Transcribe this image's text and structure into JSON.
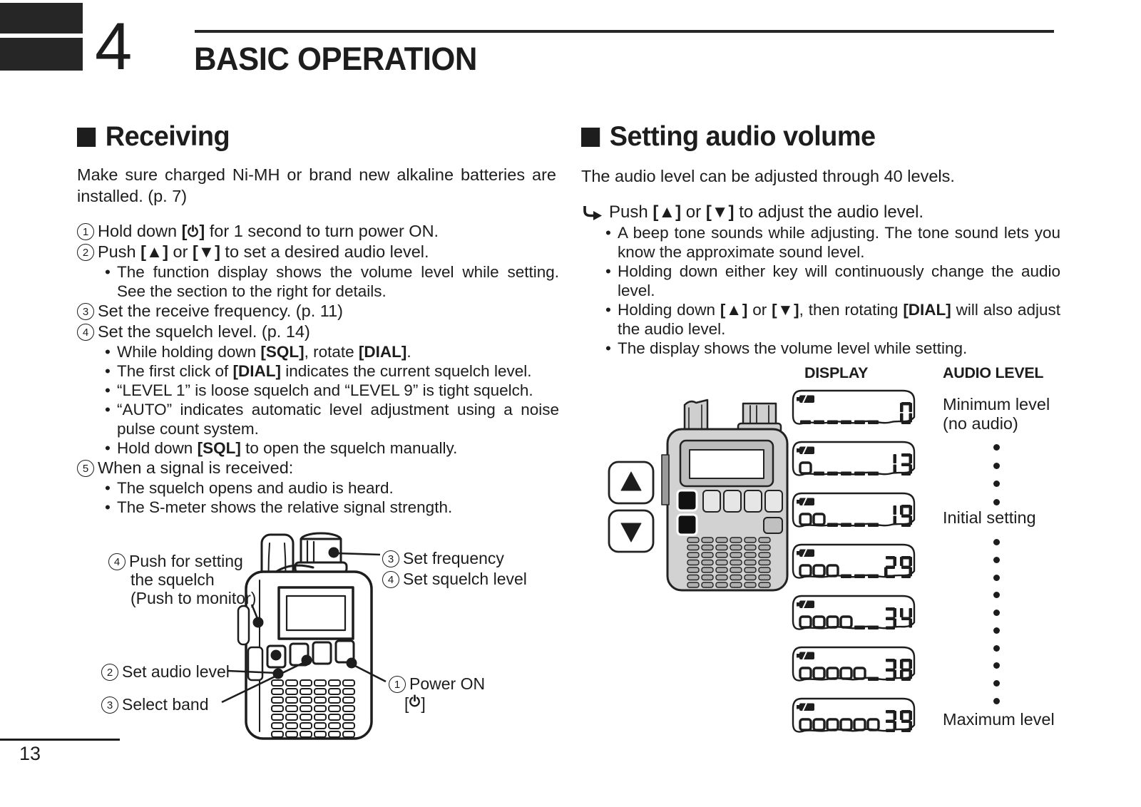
{
  "page": {
    "chapter_number": "4",
    "chapter_title": "BASIC OPERATION",
    "page_number": "13"
  },
  "glyphs": {
    "bullet": "•"
  },
  "colors": {
    "ink": "#1d1d1d",
    "paper": "#ffffff",
    "radio_gray": "#d2d2d2"
  },
  "receiving": {
    "heading": "Receiving",
    "intro": "Make sure charged Ni-MH or brand new alkaline batteries are installed. (p. 7)",
    "steps": [
      {
        "num": "1",
        "text": "Hold down **[⏻]** for 1 second to turn power ON.",
        "bullets": []
      },
      {
        "num": "2",
        "text": "Push **[▲]** or **[▼]** to set a desired audio level.",
        "bullets": [
          "The function display shows the volume level while setting. See the section to the right for details."
        ]
      },
      {
        "num": "3",
        "text": "Set the receive frequency. (p. 11)",
        "bullets": []
      },
      {
        "num": "4",
        "text": "Set the squelch level. (p. 14)",
        "bullets": [
          "While holding down **[SQL]**, rotate **[DIAL]**.",
          "The first click of **[DIAL]** indicates the current squelch level.",
          "“LEVEL 1” is loose squelch and “LEVEL 9” is tight squelch.",
          "“AUTO” indicates automatic level adjustment using a noise pulse count system.",
          "Hold down **[SQL]** to open the squelch manually."
        ]
      },
      {
        "num": "5",
        "text": "When a signal is received:",
        "bullets": [
          "The squelch opens and audio is heard.",
          "The S-meter shows the relative signal strength."
        ]
      }
    ],
    "callouts": {
      "squelch": {
        "num": "4",
        "line1": "Push for setting",
        "line2": "the squelch",
        "line3": "(Push to monitor)"
      },
      "frequency": {
        "num": "3",
        "text": "Set frequency"
      },
      "squelch_level": {
        "num": "4",
        "text": "Set squelch level"
      },
      "audio_level": {
        "num": "2",
        "text": "Set audio level"
      },
      "select_band": {
        "num": "3",
        "text": "Select band"
      },
      "power": {
        "num": "1",
        "text": "Power ON",
        "key": "[⏻]"
      }
    }
  },
  "volume": {
    "heading": "Setting audio volume",
    "intro": "The audio level can be adjusted through 40 levels.",
    "instruction": "Push **[▲]** or **[▼]** to adjust the audio level.",
    "bullets": [
      "A beep tone sounds while adjusting. The tone sound lets you know the approximate sound level.",
      "Holding down either key will continuously change the audio level.",
      "Holding down **[▲]** or **[▼]**, then rotating **[DIAL]** will also adjust the audio level.",
      "The display shows the volume level while setting."
    ],
    "table": {
      "display_header": "DISPLAY",
      "level_header": "AUDIO LEVEL",
      "rows": [
        {
          "bar_blocks": 0,
          "bar_dashes": 6,
          "value": "0",
          "label": "Minimum level",
          "label2": "(no audio)"
        },
        {
          "bar_blocks": 1,
          "bar_dashes": 5,
          "value": "13",
          "label": "",
          "label2": ""
        },
        {
          "bar_blocks": 2,
          "bar_dashes": 4,
          "value": "19",
          "label": "Initial setting",
          "label2": ""
        },
        {
          "bar_blocks": 3,
          "bar_dashes": 3,
          "value": "29",
          "label": "",
          "label2": ""
        },
        {
          "bar_blocks": 4,
          "bar_dashes": 2,
          "value": "34",
          "label": "",
          "label2": ""
        },
        {
          "bar_blocks": 5,
          "bar_dashes": 1,
          "value": "38",
          "label": "",
          "label2": ""
        },
        {
          "bar_blocks": 6,
          "bar_dashes": 0,
          "value": "39",
          "label": "Maximum level",
          "label2": ""
        }
      ],
      "dots_groups": [
        4,
        10
      ]
    }
  }
}
